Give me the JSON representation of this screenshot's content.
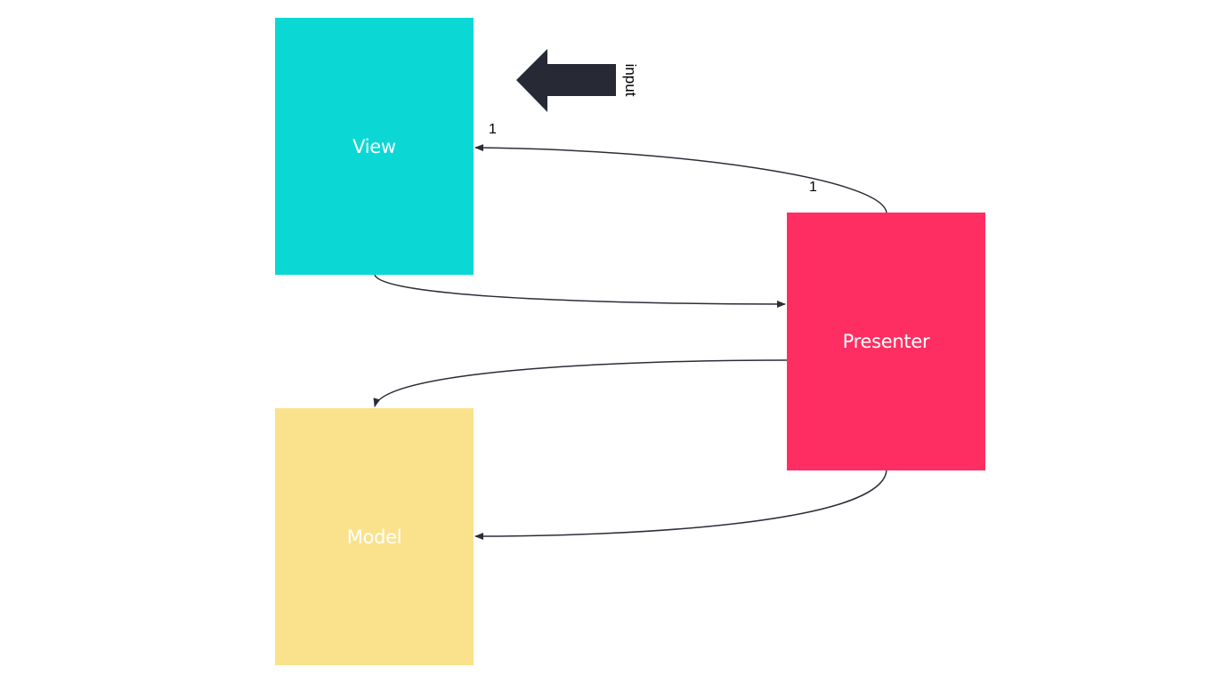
{
  "colors": {
    "view": "#0bd8d4",
    "presenter": "#ff2e62",
    "model": "#fae28c",
    "arrow": "#272a35",
    "connector": "#2b2e38"
  },
  "nodes": {
    "view": {
      "label": "View"
    },
    "presenter": {
      "label": "Presenter"
    },
    "model": {
      "label": "Model"
    }
  },
  "input_arrow": {
    "label": "input",
    "icon": "block-arrow-left-icon"
  },
  "edges": [
    {
      "from": "Presenter",
      "to": "View",
      "source_label": "1",
      "target_label": "1"
    },
    {
      "from": "View",
      "to": "Presenter"
    },
    {
      "from": "Presenter",
      "to": "Model"
    },
    {
      "from": "Presenter",
      "to": "Model"
    }
  ]
}
